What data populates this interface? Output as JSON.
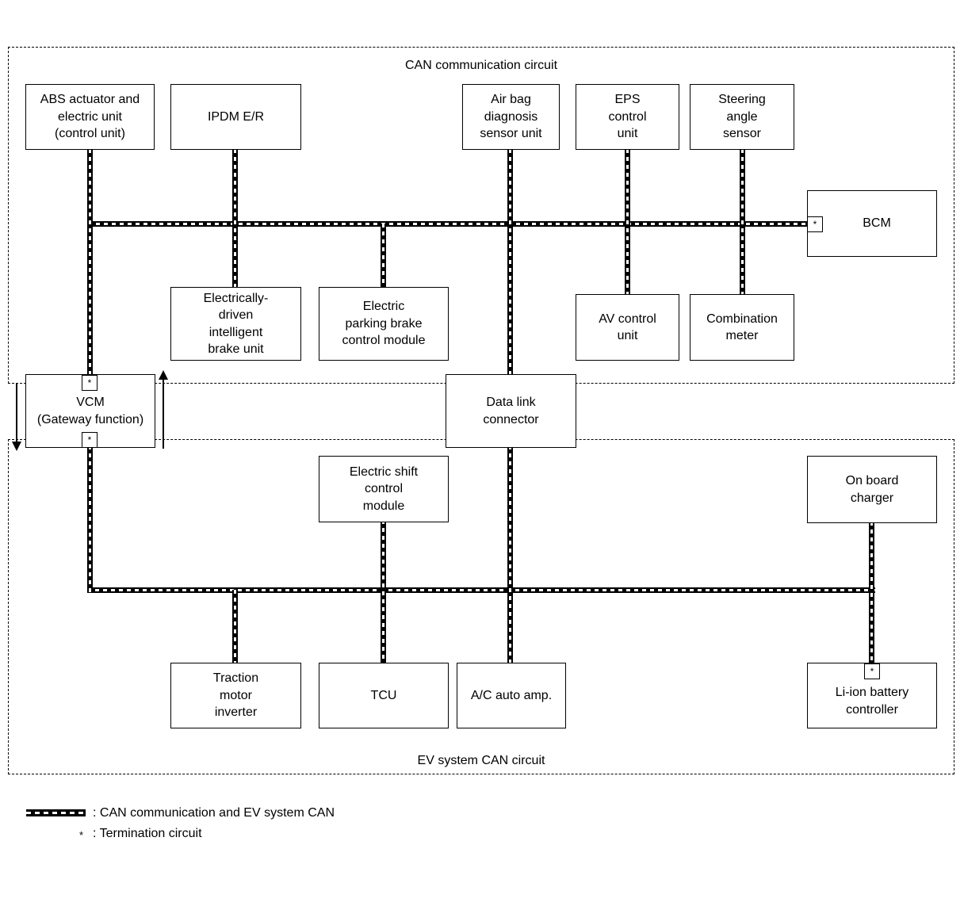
{
  "regions": {
    "can": "CAN communication circuit",
    "ev": "EV system CAN circuit"
  },
  "modules": {
    "abs": "ABS actuator and\nelectric unit\n(control unit)",
    "ipdm": "IPDM E/R",
    "airbag": "Air bag\ndiagnosis\nsensor unit",
    "eps": "EPS\ncontrol\nunit",
    "steering": "Steering\nangle\nsensor",
    "bcm": "BCM",
    "brake_unit": "Electrically-\ndriven\nintelligent\nbrake unit",
    "parking_brake": "Electric\nparking brake\ncontrol module",
    "av": "AV control\nunit",
    "combination_meter": "Combination\nmeter",
    "vcm": "VCM\n(Gateway function)",
    "dlc": "Data link\nconnector",
    "shift": "Electric shift\ncontrol\nmodule",
    "charger": "On board\ncharger",
    "inverter": "Traction\nmotor\ninverter",
    "tcu": "TCU",
    "ac": "A/C auto amp.",
    "battery": "Li-ion battery\ncontroller"
  },
  "termination_symbol": "*",
  "legend": {
    "bus": ": CAN communication and EV system CAN",
    "termination_symbol": "*",
    "termination": ": Termination circuit"
  }
}
